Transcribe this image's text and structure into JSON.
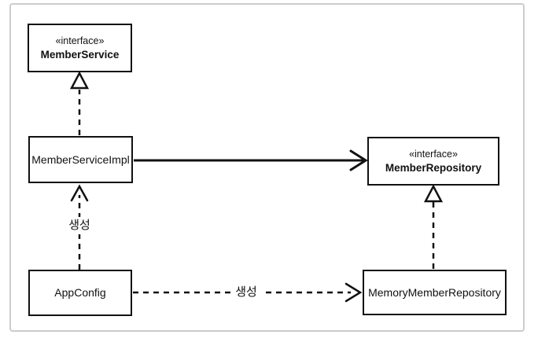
{
  "diagram": {
    "kind": "uml-class-diagram",
    "colors": {
      "stroke": "#111111",
      "box_fill": "#ffffff",
      "frame_border": "#cccccc",
      "background": "#ffffff"
    },
    "nodes": [
      {
        "id": "member-service",
        "stereotype": "«interface»",
        "name": "MemberService"
      },
      {
        "id": "member-service-impl",
        "stereotype": "",
        "name": "MemberServiceImpl"
      },
      {
        "id": "member-repository",
        "stereotype": "«interface»",
        "name": "MemberRepository"
      },
      {
        "id": "app-config",
        "stereotype": "",
        "name": "AppConfig"
      },
      {
        "id": "memory-member-repository",
        "stereotype": "",
        "name": "MemoryMemberRepository"
      }
    ],
    "edges": [
      {
        "from": "MemberServiceImpl",
        "to": "MemberService",
        "type": "realization",
        "style": "dashed-hollow-triangle",
        "label": ""
      },
      {
        "from": "MemberServiceImpl",
        "to": "MemberRepository",
        "type": "association",
        "style": "solid-open-arrow",
        "label": ""
      },
      {
        "from": "AppConfig",
        "to": "MemberServiceImpl",
        "type": "dependency",
        "style": "dashed-open-arrow",
        "label": "생성"
      },
      {
        "from": "AppConfig",
        "to": "MemoryMemberRepository",
        "type": "dependency",
        "style": "dashed-open-arrow",
        "label": "생성"
      },
      {
        "from": "MemoryMemberRepository",
        "to": "MemberRepository",
        "type": "realization",
        "style": "dashed-hollow-triangle",
        "label": ""
      }
    ]
  }
}
